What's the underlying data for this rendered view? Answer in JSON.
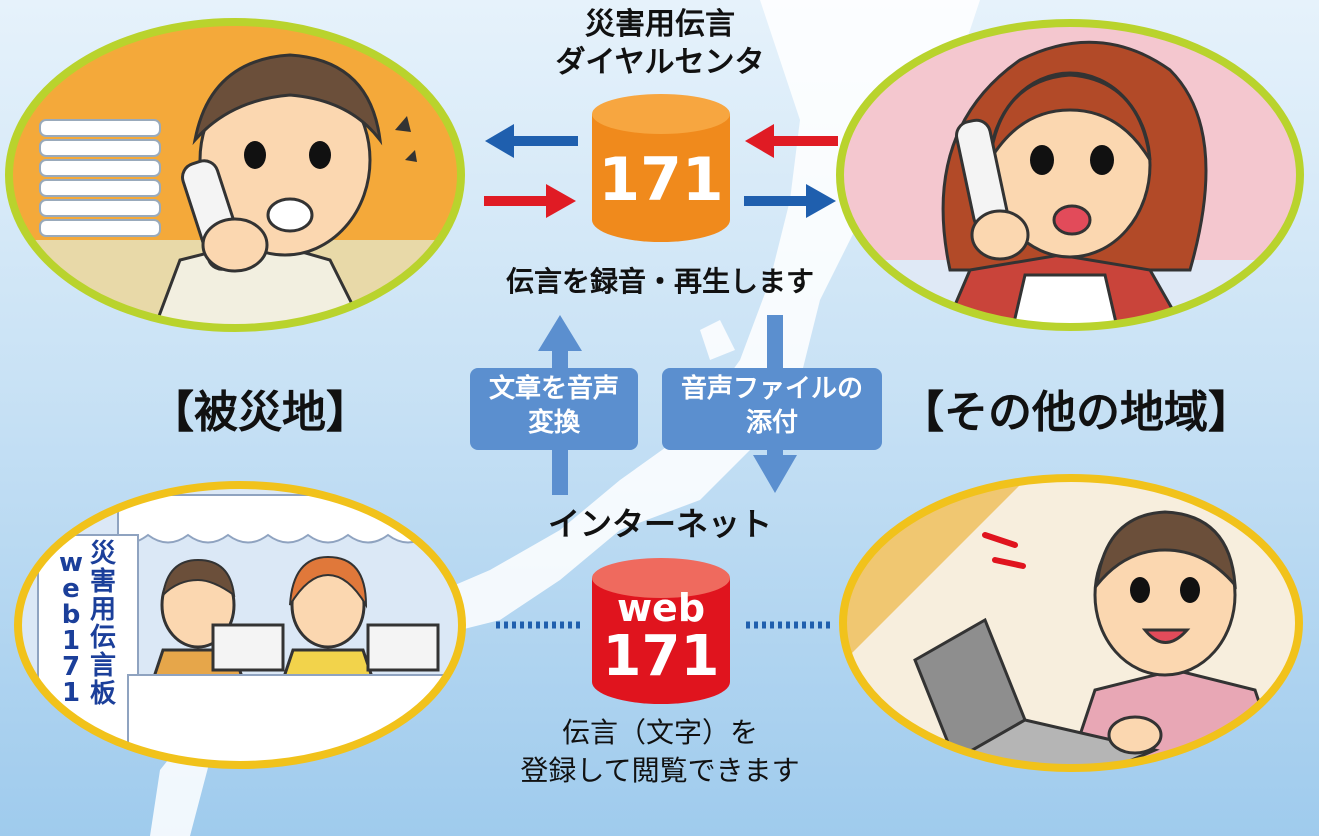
{
  "center": {
    "title_line1": "災害用伝言",
    "title_line2": "ダイヤルセンタ",
    "cylinder_top_number": "171",
    "caption_top": "伝言を録音・再生します",
    "internet_label": "インターネット",
    "web_text": "web",
    "web_number": "171",
    "caption_bottom_line1": "伝言（文字）を",
    "caption_bottom_line2": "登録して閲覧できます"
  },
  "boxes": {
    "left_line1": "文章を音声",
    "left_line2": "変換",
    "right_line1": "音声ファイルの",
    "right_line2": "添付"
  },
  "regions": {
    "left": "【被災地】",
    "right": "【その他の地域】"
  },
  "board": {
    "column_left": [
      "w",
      "e",
      "b",
      "1",
      "7",
      "1"
    ],
    "column_right": [
      "災",
      "害",
      "用",
      "伝",
      "言",
      "板"
    ]
  },
  "colors": {
    "orange": "#f08a1c",
    "red": "#e0141e",
    "blue_arrow": "#1f5fae",
    "red_arrow": "#e01b24",
    "box_blue": "#5b8fcf",
    "ellipse_top_border": "#b9d32d",
    "ellipse_bottom_border": "#f1c21b"
  }
}
